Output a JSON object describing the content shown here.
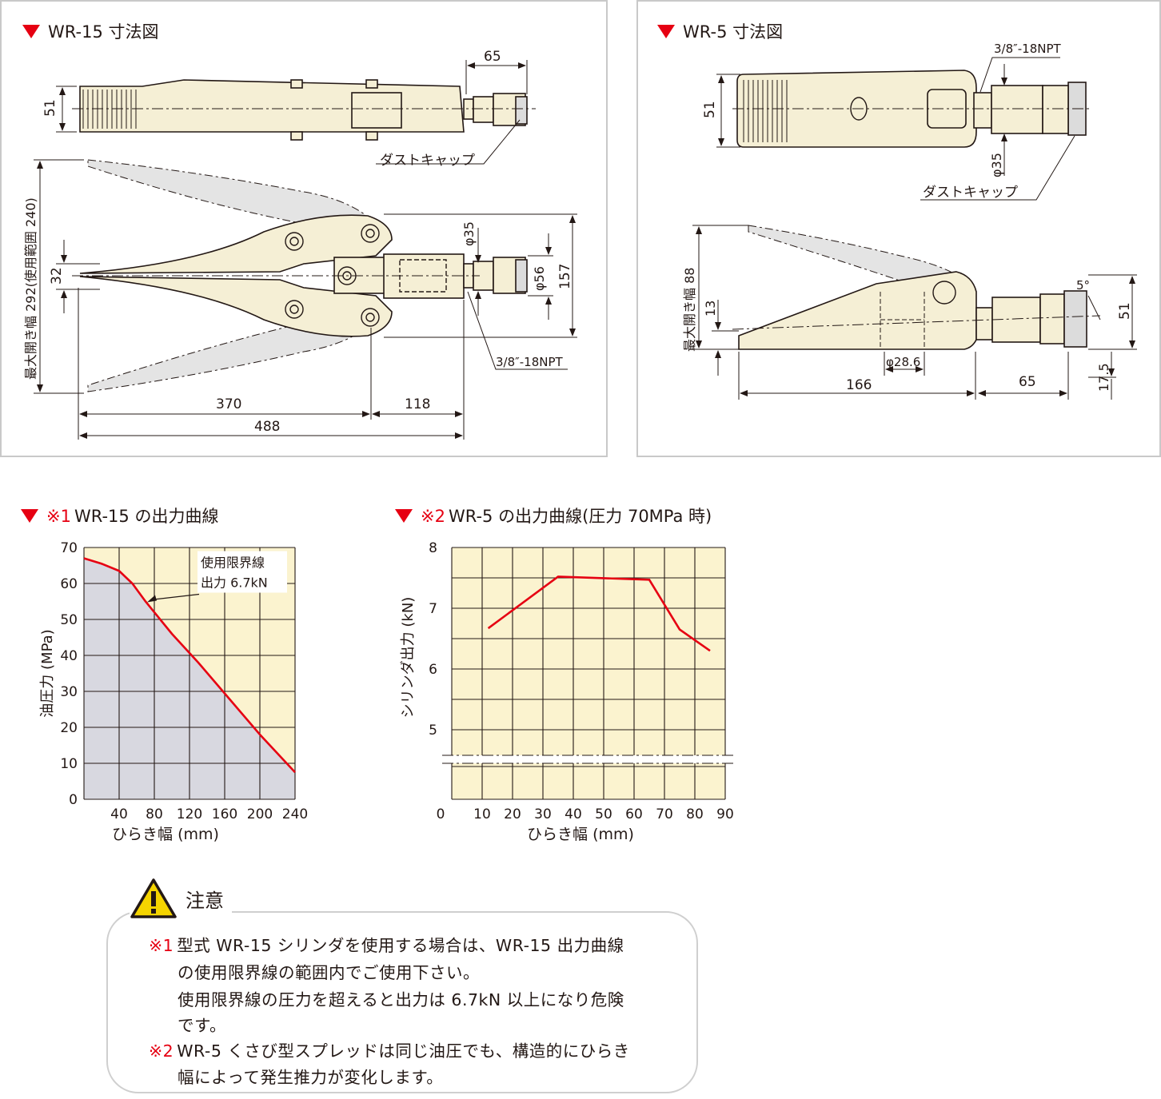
{
  "wr15_drawing": {
    "title": "WR-15 寸法図",
    "dims": {
      "d65": "65",
      "d51": "51",
      "dust_cap": "ダストキャップ",
      "max_open": "最大開き幅 292(使用範囲 240)",
      "d32": "32",
      "phi35": "φ35",
      "phi56": "φ56",
      "d157": "157",
      "npt": "3/8″-18NPT",
      "d370": "370",
      "d118": "118",
      "d488": "488"
    }
  },
  "wr5_drawing": {
    "title": "WR-5 寸法図",
    "dims": {
      "npt": "3/8″-18NPT",
      "d51_top": "51",
      "phi35": "φ35",
      "dust_cap": "ダストキャップ",
      "max_open": "最大開き幅 88",
      "d13": "13",
      "deg5": "5°",
      "d51_side": "51",
      "phi286": "φ28.6",
      "d166": "166",
      "d65": "65",
      "d175": "17.5"
    }
  },
  "chart1": {
    "title_mark": "※1",
    "title_text": "WR-15 の出力曲線",
    "ylabel": "油圧力 (MPa)",
    "xlabel": "ひらき幅 (mm)",
    "annotation_line1": "使用限界線",
    "annotation_line2": "出力 6.7kN",
    "y_ticks": [
      "70",
      "60",
      "50",
      "40",
      "30",
      "20",
      "10",
      "0"
    ],
    "x_ticks": [
      "40",
      "80",
      "120",
      "160",
      "200",
      "240"
    ]
  },
  "chart2": {
    "title_mark": "※2",
    "title_text": "WR-5 の出力曲線(圧力 70MPa 時)",
    "ylabel": "シリンダ出力 (kN)",
    "xlabel": "ひらき幅 (mm)",
    "y_ticks": [
      "8",
      "7",
      "6",
      "5"
    ],
    "x_ticks": [
      "0",
      "10",
      "20",
      "30",
      "40",
      "50",
      "60",
      "70",
      "80",
      "90"
    ]
  },
  "chart_data": [
    {
      "type": "area",
      "title": "WR-15 の出力曲線",
      "xlabel": "ひらき幅 (mm)",
      "ylabel": "油圧力 (MPa)",
      "xlim": [
        0,
        240
      ],
      "ylim": [
        0,
        70
      ],
      "grid": true,
      "series": [
        {
          "name": "使用限界線",
          "x": [
            0,
            20,
            40,
            55,
            70,
            100,
            130,
            165,
            200,
            240
          ],
          "y": [
            67,
            65.5,
            63.5,
            60,
            55,
            46,
            38,
            28,
            18,
            7.5
          ]
        }
      ]
    },
    {
      "type": "line",
      "title": "WR-5 の出力曲線(圧力 70MPa 時)",
      "xlabel": "ひらき幅 (mm)",
      "ylabel": "シリンダ出力 (kN)",
      "xlim": [
        0,
        90
      ],
      "ylim": [
        4,
        8
      ],
      "grid": true,
      "axis_break": true,
      "series": [
        {
          "x": [
            12,
            35,
            65,
            75,
            85
          ],
          "y": [
            6.67,
            7.52,
            7.47,
            6.65,
            6.3
          ]
        }
      ]
    }
  ],
  "notice": {
    "title": "注意",
    "mark1": "※1",
    "line1": "型式 WR-15 シリンダを使用する場合は、WR-15 出力曲線",
    "line2": "の使用限界線の範囲内でご使用下さい。",
    "line3": "使用限界線の圧力を超えると出力は 6.7kN 以上になり危険",
    "line4": "です。",
    "mark2": "※2",
    "line5": "WR-5 くさび型スプレッドは同じ油圧でも、構造的にひらき",
    "line6": "幅によって発生推力が変化します。"
  },
  "colors": {
    "accent_red": "#e60012",
    "part_fill": "#f5efd5",
    "chart_bg": "#fbf3cf",
    "limit_area": "#d8d8e0"
  }
}
